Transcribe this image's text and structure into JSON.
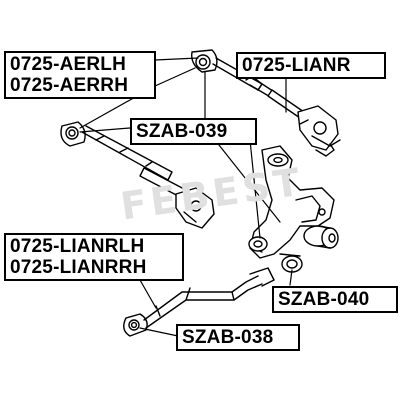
{
  "labels": {
    "aerlh": "0725-AERLH",
    "aerrh": "0725-AERRH",
    "lianr": "0725-LIANR",
    "szab039": "SZAB-039",
    "lianrlh": "0725-LIANRLH",
    "lianrrh": "0725-LIANRRH",
    "szab040": "SZAB-040",
    "szab038": "SZAB-038"
  },
  "watermark": "FEBEST",
  "colors": {
    "line": "#000000",
    "part_fill": "#ffffff",
    "label_border": "#000000"
  }
}
